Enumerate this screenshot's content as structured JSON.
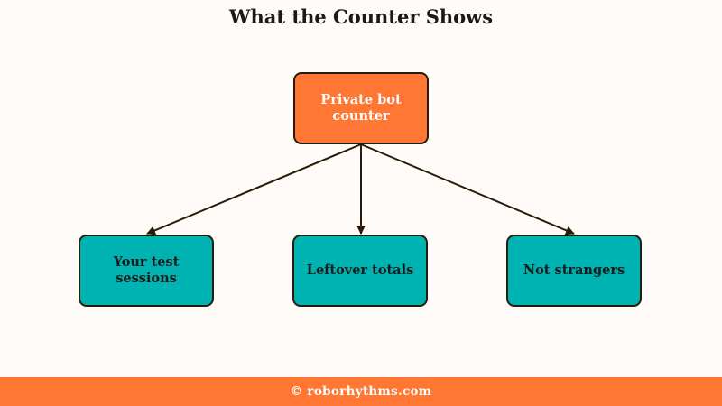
{
  "title": "What the Counter Shows",
  "diagram": {
    "root": {
      "label": "Private bot counter"
    },
    "children": [
      {
        "label": "Your test sessions"
      },
      {
        "label": "Leftover totals"
      },
      {
        "label": "Not strangers"
      }
    ],
    "colors": {
      "root_fill": "#ff7733",
      "child_fill": "#00b3b3",
      "border": "#2a1a08",
      "edge": "#2a1a08"
    }
  },
  "footer": {
    "text": "© roborhythms.com"
  }
}
